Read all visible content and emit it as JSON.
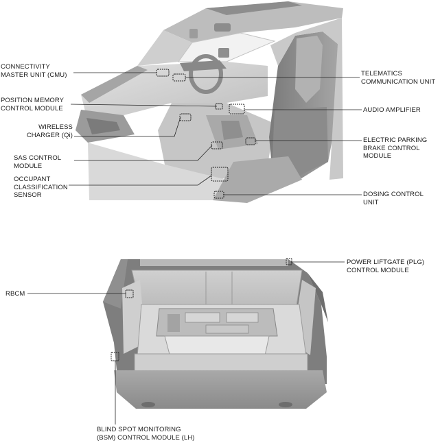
{
  "labels": {
    "cmu": "CONNECTIVITY\nMASTER UNIT (CMU)",
    "pmcm": "POSITION MEMORY\nCONTROL MODULE",
    "wireless": "WIRELESS\nCHARGER (Qi)",
    "sas": "SAS CONTROL\nMODULE",
    "ocs": "OCCUPANT\nCLASSIFICATION\nSENSOR",
    "telematics": "TELEMATICS\nCOMMUNICATION UNIT",
    "audio": "AUDIO AMPLIFIER",
    "epb": "ELECTRIC PARKING\nBRAKE CONTROL\nMODULE",
    "dosing": "DOSING CONTROL\nUNIT",
    "plg": "POWER LIFTGATE (PLG)\nCONTROL MODULE",
    "rbcm": "RBCM",
    "bsm": "BLIND SPOT MONITORING\n(BSM) CONTROL MODULE (LH)"
  }
}
